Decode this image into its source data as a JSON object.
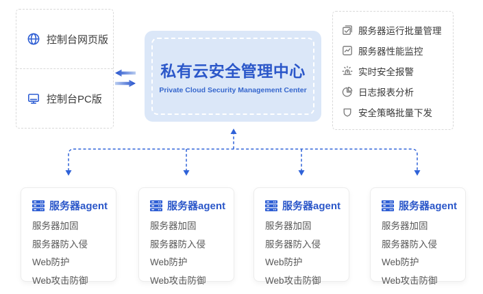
{
  "palette": {
    "accent": "#2b57c9",
    "accent_soft": "#3566cd",
    "icon_blue": "#2e5ed4",
    "line_blue": "#2f62d8",
    "border_dashed": "#d8d8d8",
    "center_bg": "#dbe7f8",
    "icon_gray": "#767676",
    "text_dark": "#3a3a3a",
    "text_body": "#585858"
  },
  "consoles": {
    "items": [
      {
        "icon": "globe-icon",
        "label": "控制台网页版"
      },
      {
        "icon": "monitor-icon",
        "label": "控制台PC版"
      }
    ]
  },
  "center": {
    "title": "私有云安全管理中心",
    "subtitle": "Private Cloud Security Management Center"
  },
  "features": {
    "items": [
      {
        "icon": "clipboard-check-icon",
        "label": "服务器运行批量管理"
      },
      {
        "icon": "line-chart-icon",
        "label": "服务器性能监控"
      },
      {
        "icon": "alarm-icon",
        "label": "实时安全报警"
      },
      {
        "icon": "pie-chart-icon",
        "label": "日志报表分析"
      },
      {
        "icon": "shield-icon",
        "label": "安全策略批量下发"
      }
    ]
  },
  "agents": [
    {
      "icon": "server-icon",
      "title": "服务器agent",
      "items": [
        "服务器加固",
        "服务器防入侵",
        "Web防护",
        "Web攻击防御"
      ]
    },
    {
      "icon": "server-icon",
      "title": "服务器agent",
      "items": [
        "服务器加固",
        "服务器防入侵",
        "Web防护",
        "Web攻击防御"
      ]
    },
    {
      "icon": "server-icon",
      "title": "服务器agent",
      "items": [
        "服务器加固",
        "服务器防入侵",
        "Web防护",
        "Web攻击防御"
      ]
    },
    {
      "icon": "server-icon",
      "title": "服务器agent",
      "items": [
        "服务器加固",
        "服务器防入侵",
        "Web防护",
        "Web攻击防御"
      ]
    }
  ]
}
